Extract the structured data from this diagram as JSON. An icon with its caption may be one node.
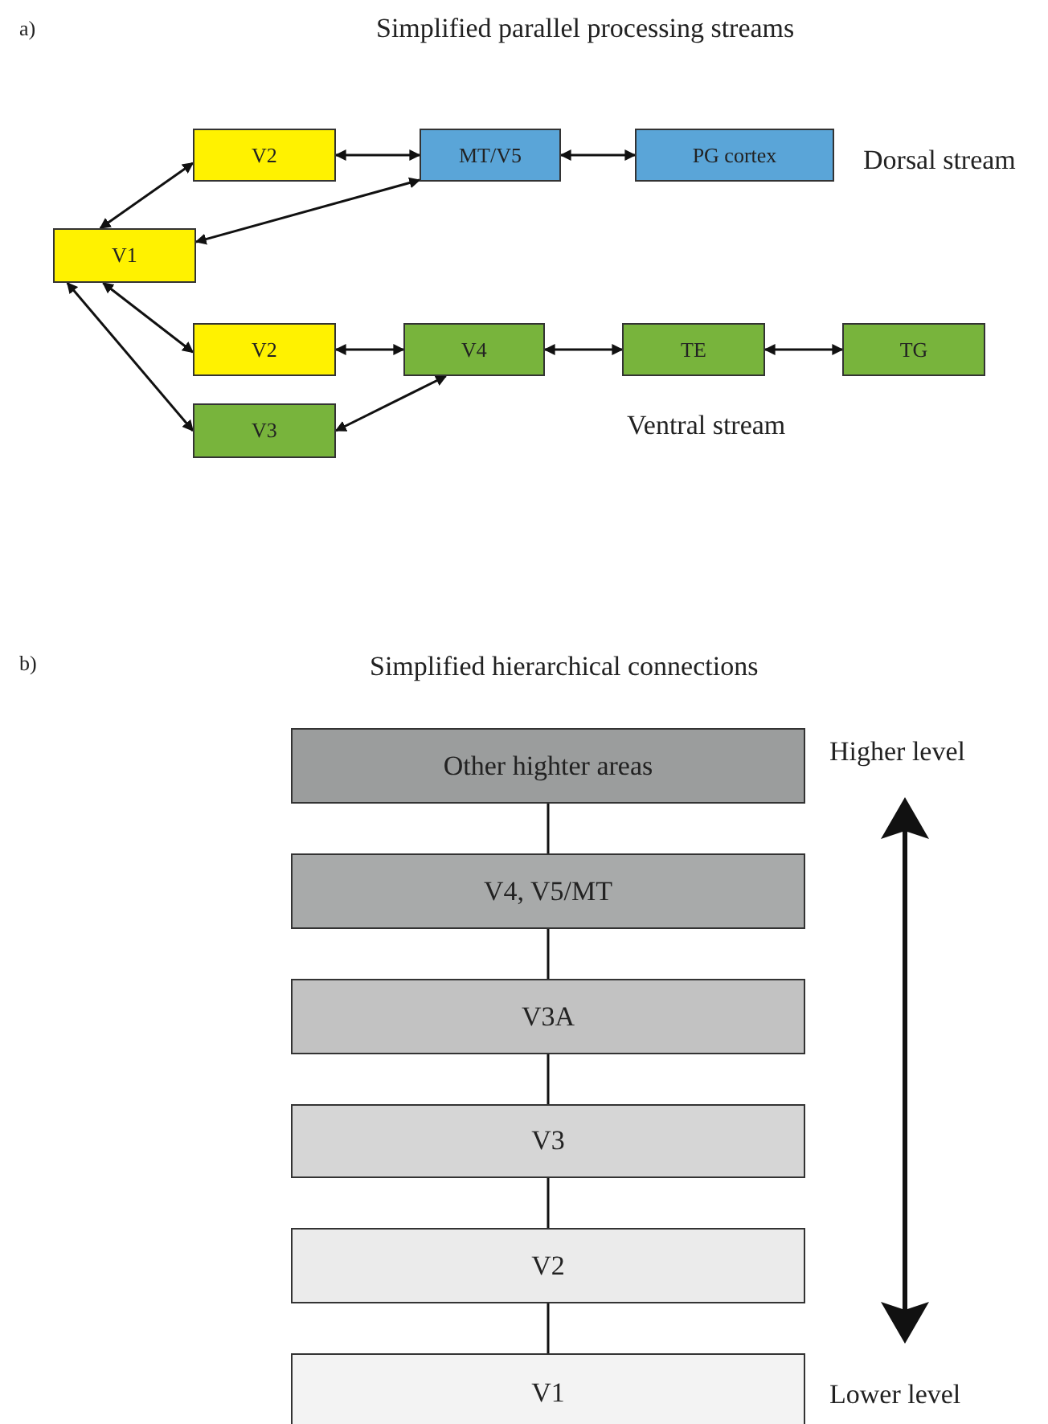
{
  "diagram": {
    "nodes": [
      {
        "text": [
          "V1"
        ]
      },
      {
        "text": [
          "V2"
        ]
      },
      {
        "text": [
          "MT/V5"
        ]
      },
      {
        "text": [
          "PG cortex"
        ]
      },
      {
        "text": [
          "V2"
        ]
      },
      {
        "text": [
          "V4"
        ]
      },
      {
        "text": [
          "TE"
        ]
      },
      {
        "text": [
          "TG"
        ]
      },
      {
        "text": [
          "V3"
        ]
      },
      {
        "text": [
          "Other highter areas"
        ]
      },
      {
        "text": [
          "V4, V5/MT"
        ]
      },
      {
        "text": [
          "V3A"
        ]
      },
      {
        "text": [
          "V3"
        ]
      },
      {
        "text": [
          "V2"
        ]
      },
      {
        "text": [
          "V1"
        ]
      }
    ],
    "edges": [
      {
        "from": 0,
        "to": 1,
        "arrow": "both"
      },
      {
        "from": 0,
        "to": 2,
        "arrow": "both"
      },
      {
        "from": 1,
        "to": 2,
        "arrow": "both"
      },
      {
        "from": 2,
        "to": 3,
        "arrow": "both"
      },
      {
        "from": 0,
        "to": 4,
        "arrow": "both"
      },
      {
        "from": 0,
        "to": 8,
        "arrow": "both"
      },
      {
        "from": 4,
        "to": 5,
        "arrow": "both"
      },
      {
        "from": 5,
        "to": 6,
        "arrow": "both"
      },
      {
        "from": 6,
        "to": 7,
        "arrow": "both"
      },
      {
        "from": 8,
        "to": 5,
        "arrow": "both"
      },
      {
        "from": 9,
        "to": 10,
        "arrow": "none"
      },
      {
        "from": 10,
        "to": 11,
        "arrow": "none"
      },
      {
        "from": 11,
        "to": 12,
        "arrow": "none"
      },
      {
        "from": 12,
        "to": 13,
        "arrow": "none"
      },
      {
        "from": 13,
        "to": 14,
        "arrow": "none"
      }
    ],
    "labels": [
      "a)",
      "Simplified parallel processing streams",
      "Dorsal stream",
      "Ventral stream",
      "b)",
      "Simplified hierarchical connections",
      "Higher level",
      "Lower level"
    ]
  }
}
